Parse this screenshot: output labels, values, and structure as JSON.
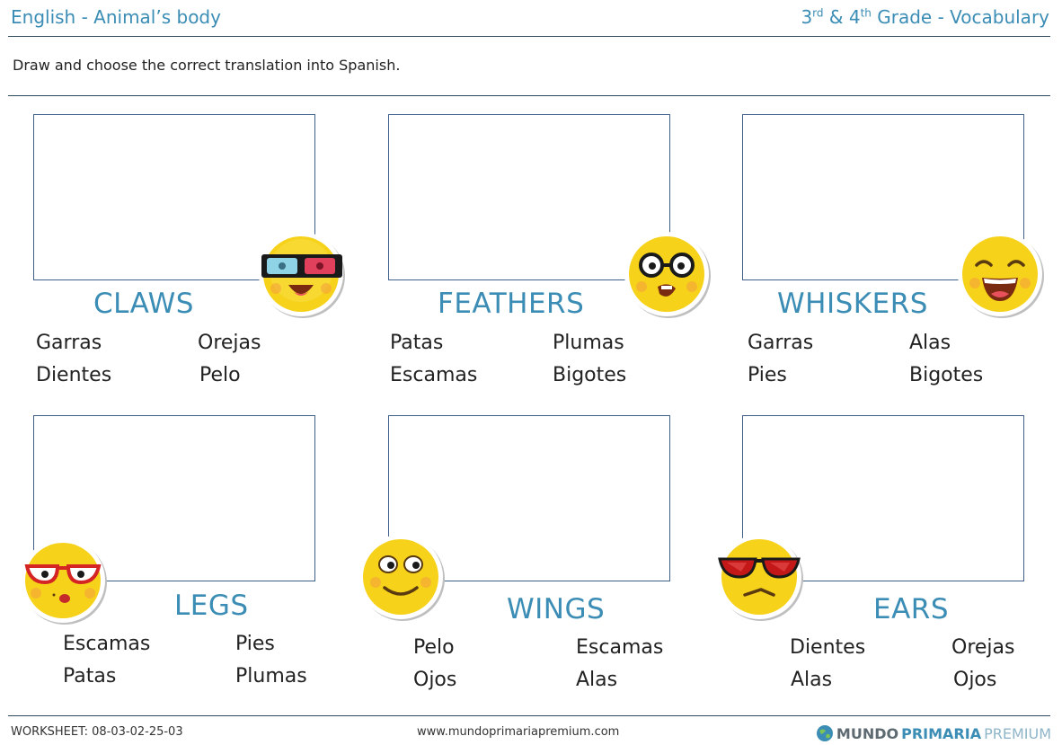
{
  "header": {
    "left": "English - Animal’s body",
    "grade_a": "3",
    "grade_a_sup": "rd",
    "grade_amp": " & ",
    "grade_b": "4",
    "grade_b_sup": "th",
    "grade_rest": " Grade - Vocabulary"
  },
  "instruction": "Draw and choose the correct translation into Spanish.",
  "cards": [
    {
      "word": "CLAWS",
      "options": [
        "Garras",
        "Orejas",
        "Dientes",
        "Pelo"
      ],
      "emoji": "3d-glasses-emoji-icon"
    },
    {
      "word": "FEATHERS",
      "options": [
        "Patas",
        "Plumas",
        "Escamas",
        "Bigotes"
      ],
      "emoji": "nerd-glasses-emoji-icon"
    },
    {
      "word": "WHISKERS",
      "options": [
        "Garras",
        "Alas",
        "Pies",
        "Bigotes"
      ],
      "emoji": "laughing-emoji-icon"
    },
    {
      "word": "LEGS",
      "options": [
        "Escamas",
        "Pies",
        "Patas",
        "Plumas"
      ],
      "emoji": "red-glasses-emoji-icon"
    },
    {
      "word": "WINGS",
      "options": [
        "Pelo",
        "Escamas",
        "Ojos",
        "Alas"
      ],
      "emoji": "silly-eyes-emoji-icon"
    },
    {
      "word": "EARS",
      "options": [
        "Dientes",
        "Orejas",
        "Alas",
        "Ojos"
      ],
      "emoji": "sunglasses-emoji-icon"
    }
  ],
  "footer": {
    "worksheet": "WORKSHEET: 08-03-02-25-03",
    "url": "www.mundoprimariapremium.com",
    "brand_a": "MUNDO",
    "brand_b": "PRIMARIA",
    "brand_c": "PREMIUM"
  },
  "colors": {
    "accent": "#3b8db5",
    "box_border": "#3e5f8a",
    "emoji_yellow": "#f6d21a"
  }
}
